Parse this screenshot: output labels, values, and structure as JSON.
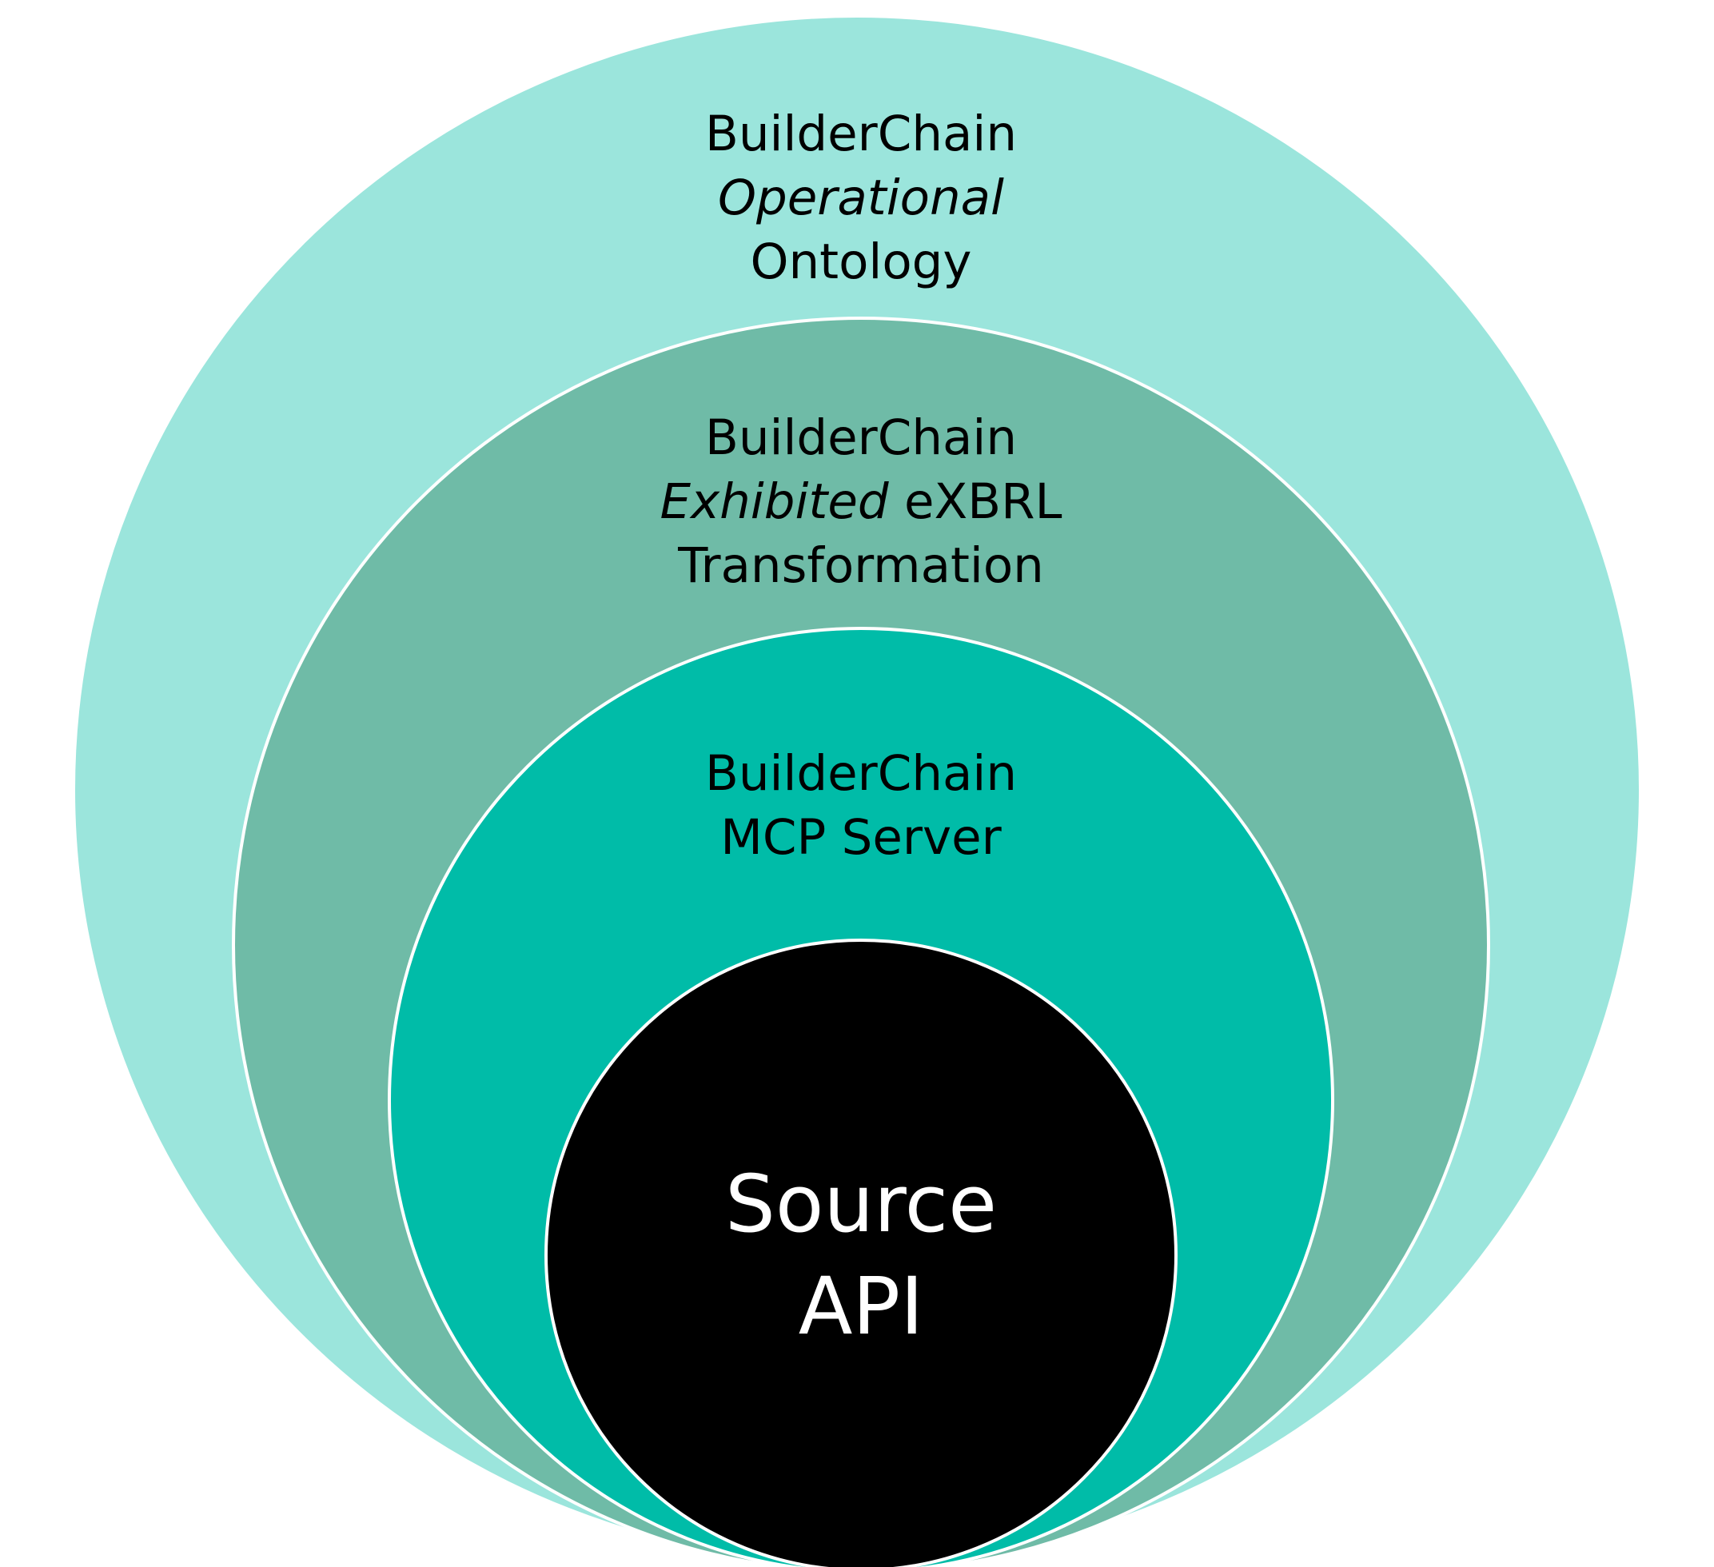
{
  "layers": {
    "outer": {
      "line1": "BuilderChain",
      "line2": "Operational",
      "line3": "Ontology",
      "color": "#9be5dc"
    },
    "second": {
      "line1": "BuilderChain",
      "line2_em": "Exhibited",
      "line2_rest": " eXBRL",
      "line3": "Transformation",
      "color": "#6fbba7"
    },
    "third": {
      "line1": "BuilderChain",
      "line2": "MCP Server",
      "color": "#00bca8"
    },
    "core": {
      "line1": "Source",
      "line2": "API",
      "color": "#000000"
    }
  },
  "stroke_color": "#ffffff"
}
